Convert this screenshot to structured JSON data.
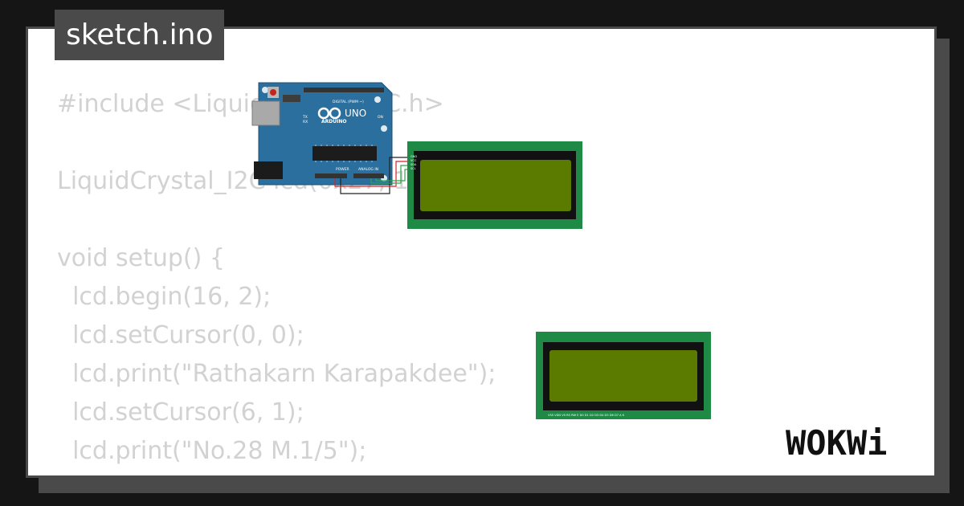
{
  "tab": {
    "label": "sketch.ino"
  },
  "code_lines": [
    "#include <LiquidCrystal_I2C.h>",
    "",
    "LiquidCrystal_I2C lcd(0x27, 16, 2);",
    "",
    "void setup() {",
    "  lcd.begin(16, 2);",
    "  lcd.setCursor(0, 0);",
    "  lcd.print(\"Rathakarn Karapakdee\");",
    "  lcd.setCursor(6, 1);",
    "  lcd.print(\"No.28 M.1/5\");",
    "}"
  ],
  "arduino": {
    "brand": "ARDUINO",
    "model": "UNO",
    "digital_header": "DIGITAL (PWM ~)",
    "power_header": "POWER",
    "analog_header": "ANALOG IN",
    "on_label": "ON",
    "tx_label": "TX",
    "rx_label": "RX"
  },
  "lcd_i2c": {
    "pins": [
      "GND",
      "VCC",
      "SDA",
      "SCL"
    ]
  },
  "lcd_parallel": {
    "pins": "VSS VDD V0 RS RW E D0 D1 D2 D3 D4 D5 D6 D7 A K"
  },
  "brand_logo": "WOKWi",
  "colors": {
    "background": "#151515",
    "card": "#ffffff",
    "frame": "#4a4a4a",
    "code_text": "#d2d2d2",
    "arduino_board": "#2a6f9e",
    "lcd_pcb": "#1f8a46",
    "lcd_screen": "#5b7a00"
  }
}
